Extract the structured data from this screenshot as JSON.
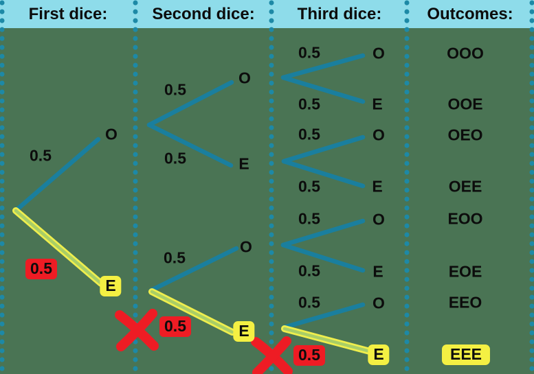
{
  "header": {
    "columns": [
      "First dice:",
      "Second dice:",
      "Third dice:",
      "Outcomes:"
    ]
  },
  "tree": {
    "first_dice": {
      "o": {
        "prob": "0.5",
        "label": "O",
        "highlighted": false
      },
      "e": {
        "prob": "0.5",
        "label": "E",
        "highlighted": true
      }
    },
    "second_dice": {
      "oo": {
        "prob": "0.5",
        "label": "O",
        "highlighted": false
      },
      "oe": {
        "prob": "0.5",
        "label": "E",
        "highlighted": false
      },
      "eo": {
        "prob": "0.5",
        "label": "O",
        "highlighted": false
      },
      "ee": {
        "prob": "0.5",
        "label": "E",
        "highlighted": true
      }
    },
    "third_dice": {
      "ooo": {
        "prob": "0.5",
        "label": "O",
        "highlighted": false
      },
      "ooe": {
        "prob": "0.5",
        "label": "E",
        "highlighted": false
      },
      "oeo": {
        "prob": "0.5",
        "label": "O",
        "highlighted": false
      },
      "oee": {
        "prob": "0.5",
        "label": "E",
        "highlighted": false
      },
      "eoo": {
        "prob": "0.5",
        "label": "O",
        "highlighted": false
      },
      "eoe": {
        "prob": "0.5",
        "label": "E",
        "highlighted": false
      },
      "eeo": {
        "prob": "0.5",
        "label": "O",
        "highlighted": false
      },
      "eee": {
        "prob": "0.5",
        "label": "E",
        "highlighted": true
      }
    },
    "crossed_out_branches": 2
  },
  "outcomes": {
    "list": [
      "OOO",
      "OOE",
      "OEO",
      "OEE",
      "EOO",
      "EOE",
      "EEO",
      "EEE"
    ],
    "highlighted": "EEE"
  },
  "colors": {
    "background": "#4a7454",
    "header_bg": "#8edcea",
    "branch_teal": "#1a7f9e",
    "divider_dots": "#1d89a6",
    "highlight_box_yellow": "#f4f043",
    "highlight_line_yellow": "#efee4d",
    "highlight_line_core": "#a9ce66",
    "alert_red": "#ee1c24",
    "text": "#0c0c0c"
  }
}
